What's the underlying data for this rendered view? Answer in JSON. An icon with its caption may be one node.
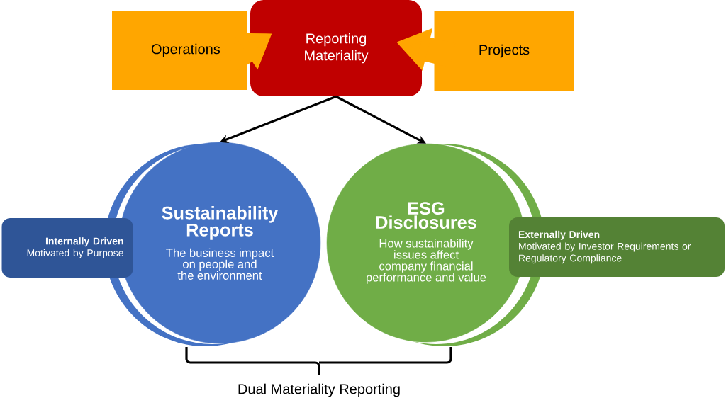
{
  "diagram": {
    "nodes": [
      {
        "text": [
          "Operations"
        ]
      },
      {
        "text": [
          "Reporting Materiality"
        ]
      },
      {
        "text": [
          "Projects"
        ]
      },
      {
        "text": [
          "Sustainability Reports",
          "The business impact on people and the environment"
        ]
      },
      {
        "text": [
          "ESG Disclosures",
          "How sustainability issues affect company financial performance and value"
        ]
      },
      {
        "text": [
          "Internally Driven",
          "Motivated by Purpose"
        ]
      },
      {
        "text": [
          "Externally Driven",
          "Motivated by Investor Requirements or Regulatory Compliance"
        ]
      }
    ],
    "edges": [
      {
        "from": 0,
        "to": 1,
        "arrow": "to",
        "style": "thick",
        "color": "#ffa600"
      },
      {
        "from": 2,
        "to": 1,
        "arrow": "to",
        "style": "thick",
        "color": "#ffa600"
      },
      {
        "from": 1,
        "to": 3,
        "arrow": "to",
        "color": "#000000"
      },
      {
        "from": 1,
        "to": 4,
        "arrow": "to",
        "color": "#000000"
      }
    ],
    "labels": [
      "Dual Materiality Reporting"
    ]
  }
}
